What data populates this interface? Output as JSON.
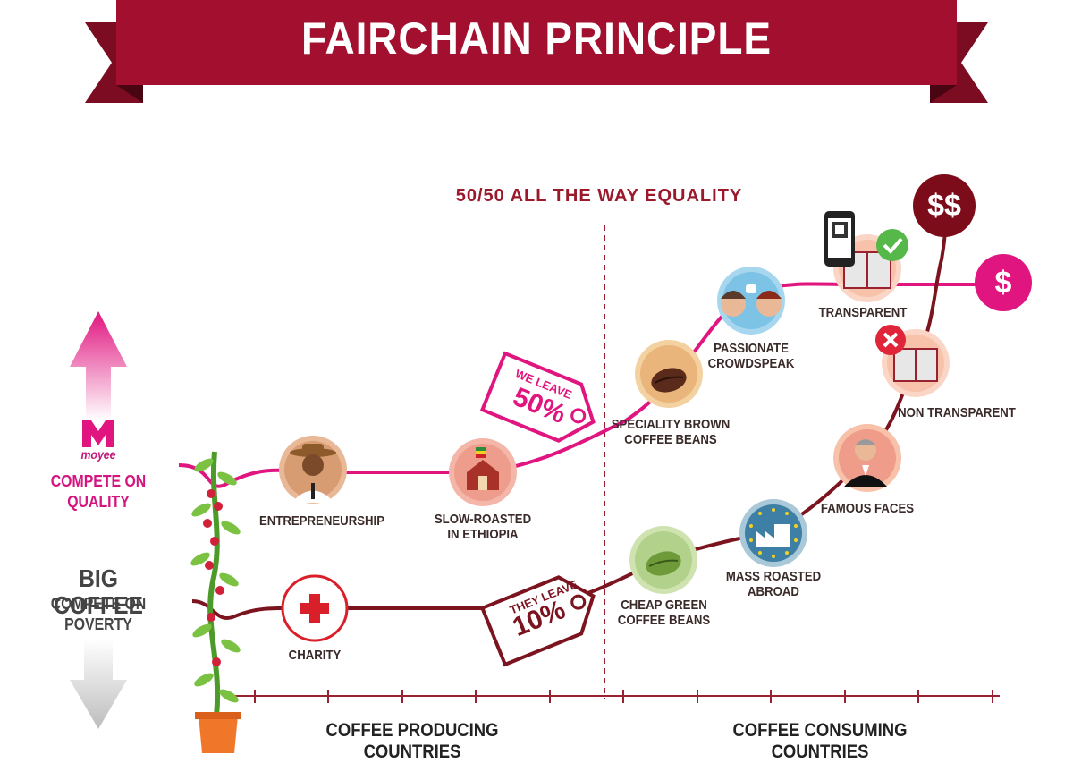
{
  "title": "FAIRCHAIN PRINCIPLE",
  "tagline": "50/50 ALL THE WAY EQUALITY",
  "left_panel": {
    "moyee_logo_text": "moyee",
    "moyee_line1": "COMPETE ON",
    "moyee_line2": "QUALITY",
    "big_coffee": "BIG COFFEE",
    "big_line1": "COMPETE ON",
    "big_line2": "POVERTY"
  },
  "tags": {
    "we_leave_line1": "WE LEAVE",
    "we_leave_line2": "50%",
    "they_leave_line1": "THEY LEAVE",
    "they_leave_line2": "10%"
  },
  "nodes": {
    "entrepreneurship": "ENTREPRENEURSHIP",
    "slow_roasted_1": "SLOW-ROASTED",
    "slow_roasted_2": "IN ETHIOPIA",
    "speciality_1": "SPECIALITY BROWN",
    "speciality_2": "COFFEE BEANS",
    "crowdspeak_1": "PASSIONATE",
    "crowdspeak_2": "CROWDSPEAK",
    "transparent": "TRANSPARENT",
    "non_transparent": "NON TRANSPARENT",
    "famous_faces": "FAMOUS FACES",
    "mass_roasted_1": "MASS ROASTED",
    "mass_roasted_2": "ABROAD",
    "cheap_green_1": "CHEAP GREEN",
    "cheap_green_2": "COFFEE BEANS",
    "charity": "CHARITY"
  },
  "badges": {
    "single_dollar": "$",
    "double_dollar": "$$"
  },
  "axis": {
    "producing": "COFFEE PRODUCING COUNTRIES",
    "consuming": "COFFEE CONSUMING COUNTRIES"
  },
  "colors": {
    "banner": "#a3102f",
    "pink": "#e0157f",
    "maroon": "#7c1420",
    "axis": "#9a2230"
  }
}
